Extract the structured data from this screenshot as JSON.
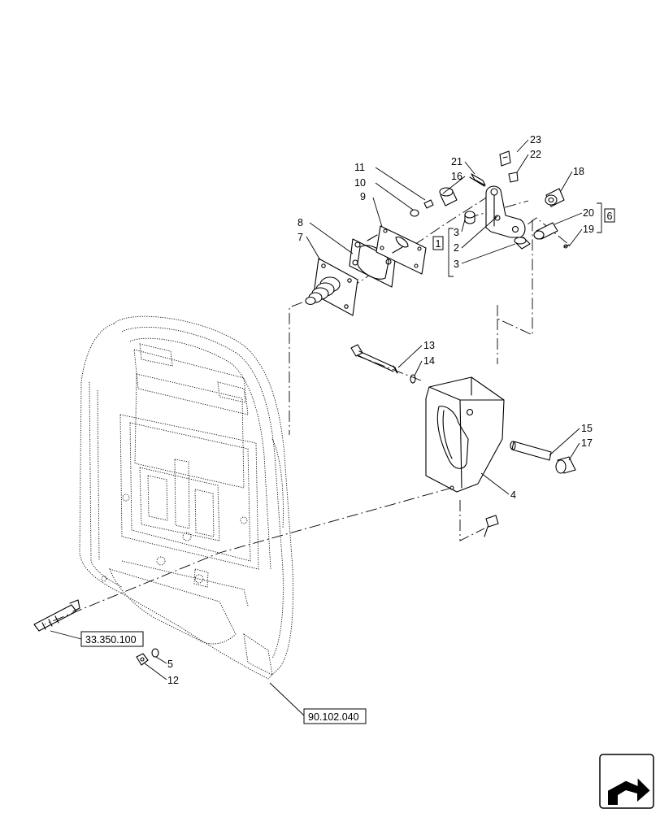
{
  "callouts": [
    {
      "id": "c1",
      "text": "1"
    },
    {
      "id": "c2",
      "text": "2"
    },
    {
      "id": "c3a",
      "text": "3"
    },
    {
      "id": "c3b",
      "text": "3"
    },
    {
      "id": "c4",
      "text": "4"
    },
    {
      "id": "c5",
      "text": "5"
    },
    {
      "id": "c6",
      "text": "6"
    },
    {
      "id": "c7",
      "text": "7"
    },
    {
      "id": "c8",
      "text": "8"
    },
    {
      "id": "c9",
      "text": "9"
    },
    {
      "id": "c10",
      "text": "10"
    },
    {
      "id": "c11",
      "text": "11"
    },
    {
      "id": "c12",
      "text": "12"
    },
    {
      "id": "c13",
      "text": "13"
    },
    {
      "id": "c14",
      "text": "14"
    },
    {
      "id": "c15",
      "text": "15"
    },
    {
      "id": "c16",
      "text": "16"
    },
    {
      "id": "c17",
      "text": "17"
    },
    {
      "id": "c18",
      "text": "18"
    },
    {
      "id": "c19",
      "text": "19"
    },
    {
      "id": "c20",
      "text": "20"
    },
    {
      "id": "c21",
      "text": "21"
    },
    {
      "id": "c22",
      "text": "22"
    },
    {
      "id": "c23",
      "text": "23"
    }
  ],
  "references": {
    "ref_a": "33.350.100",
    "ref_b": "90.102.040"
  },
  "nav_icon": "next-page-arrow-icon"
}
